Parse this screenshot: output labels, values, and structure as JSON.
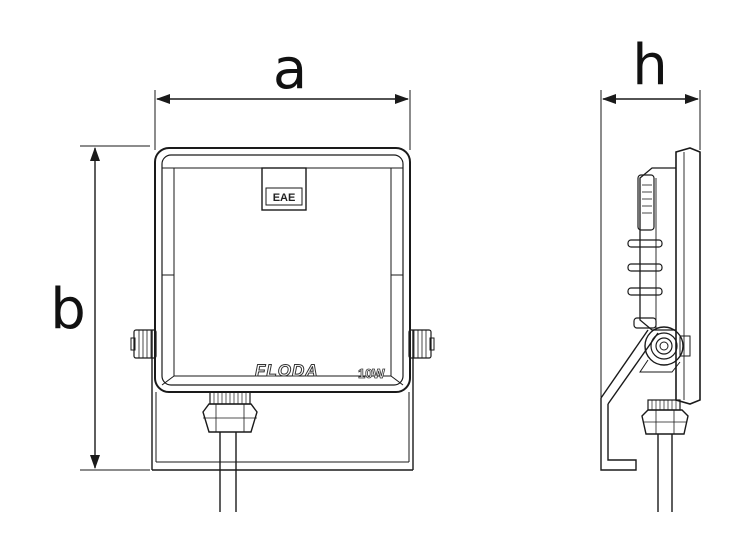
{
  "dimensions": {
    "width_label": "a",
    "height_label": "b",
    "depth_label": "h"
  },
  "product": {
    "brand_logo": "EAE",
    "model_name": "FLODA",
    "wattage": "10W"
  },
  "colors": {
    "line": "#1a1a1a",
    "background": "#ffffff"
  }
}
